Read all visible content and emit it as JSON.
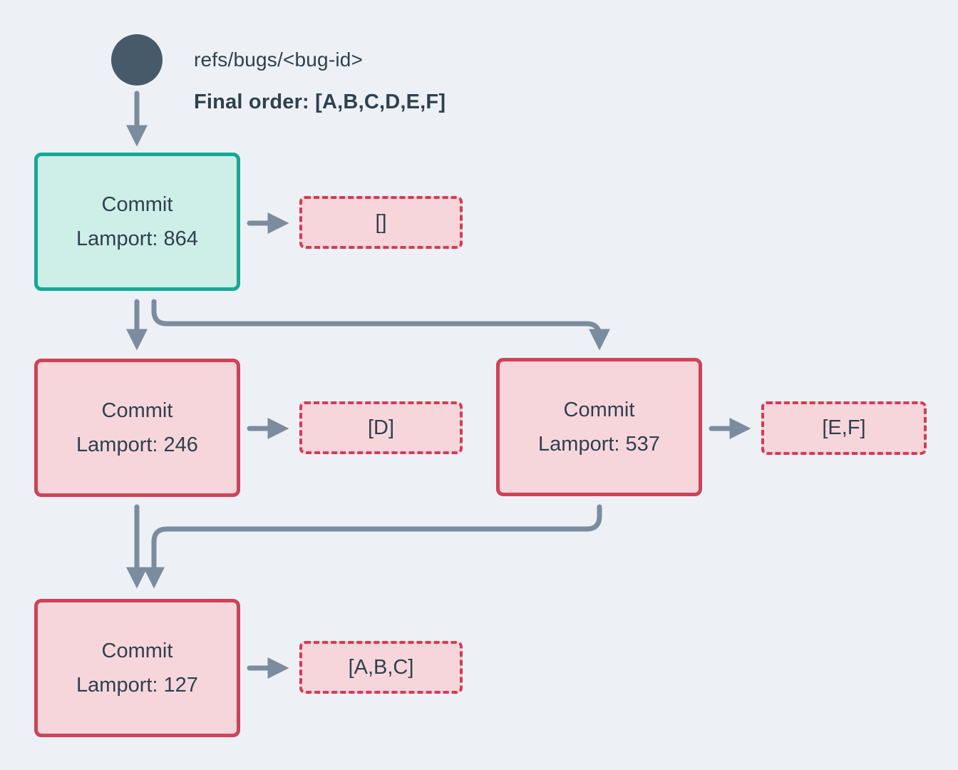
{
  "colors": {
    "background": "#edf1f5",
    "ink": "#2f404e",
    "node-dark": "#475a6a",
    "arrow": "#7b8c9e",
    "teal-border": "#16a995",
    "teal-fill": "#ceeee8",
    "red-border": "#cf4257",
    "red-dash": "#d63a54",
    "pink-fill": "#f7d6db"
  },
  "header": {
    "ref_label": "refs/bugs/<bug-id>",
    "final_order": "Final order: [A,B,C,D,E,F]"
  },
  "commits": [
    {
      "title": "Commit",
      "lamport": "Lamport: 864",
      "payload": "[]"
    },
    {
      "title": "Commit",
      "lamport": "Lamport: 246",
      "payload": "[D]"
    },
    {
      "title": "Commit",
      "lamport": "Lamport: 537",
      "payload": "[E,F]"
    },
    {
      "title": "Commit",
      "lamport": "Lamport: 127",
      "payload": "[A,B,C]"
    }
  ]
}
